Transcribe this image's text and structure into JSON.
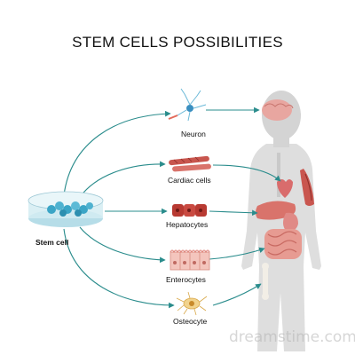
{
  "title": "STEM CELLS POSSIBILITIES",
  "source_label": "Stem cell",
  "targets": [
    {
      "label": "Neuron",
      "icon": "neuron-icon"
    },
    {
      "label": "Cardiac cells",
      "icon": "cardiac-cells-icon"
    },
    {
      "label": "Hepatocytes",
      "icon": "hepatocytes-icon"
    },
    {
      "label": "Enterocytes",
      "icon": "enterocytes-icon"
    },
    {
      "label": "Osteocyte",
      "icon": "osteocyte-icon"
    }
  ],
  "watermark": "dreamstime.com",
  "colors": {
    "arrow": "#2a8c8c",
    "body": "#d9d9d9",
    "organ": "#e8786a",
    "dish": "#9fd3e0",
    "cell": "#3ba5c6"
  }
}
